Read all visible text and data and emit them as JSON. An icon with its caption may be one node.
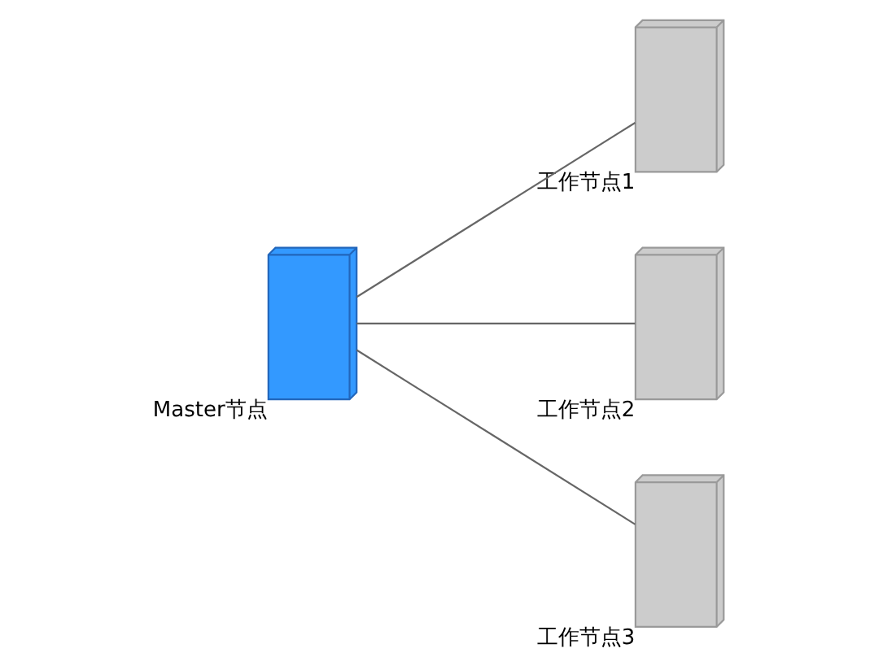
{
  "diagram": {
    "nodes": [
      {
        "text": [],
        "shape": "server",
        "beside": [
          "Master节点"
        ]
      },
      {
        "text": [],
        "shape": "server",
        "beside": [
          "工作节点1"
        ]
      },
      {
        "text": [],
        "shape": "server",
        "beside": [
          "工作节点2"
        ]
      },
      {
        "text": [],
        "shape": "server",
        "beside": [
          "工作节点3"
        ]
      }
    ],
    "edges": [
      {
        "from": 0,
        "to": 1,
        "arrow": "none"
      },
      {
        "from": 0,
        "to": 2,
        "arrow": "none"
      },
      {
        "from": 0,
        "to": 3,
        "arrow": "none"
      }
    ]
  }
}
